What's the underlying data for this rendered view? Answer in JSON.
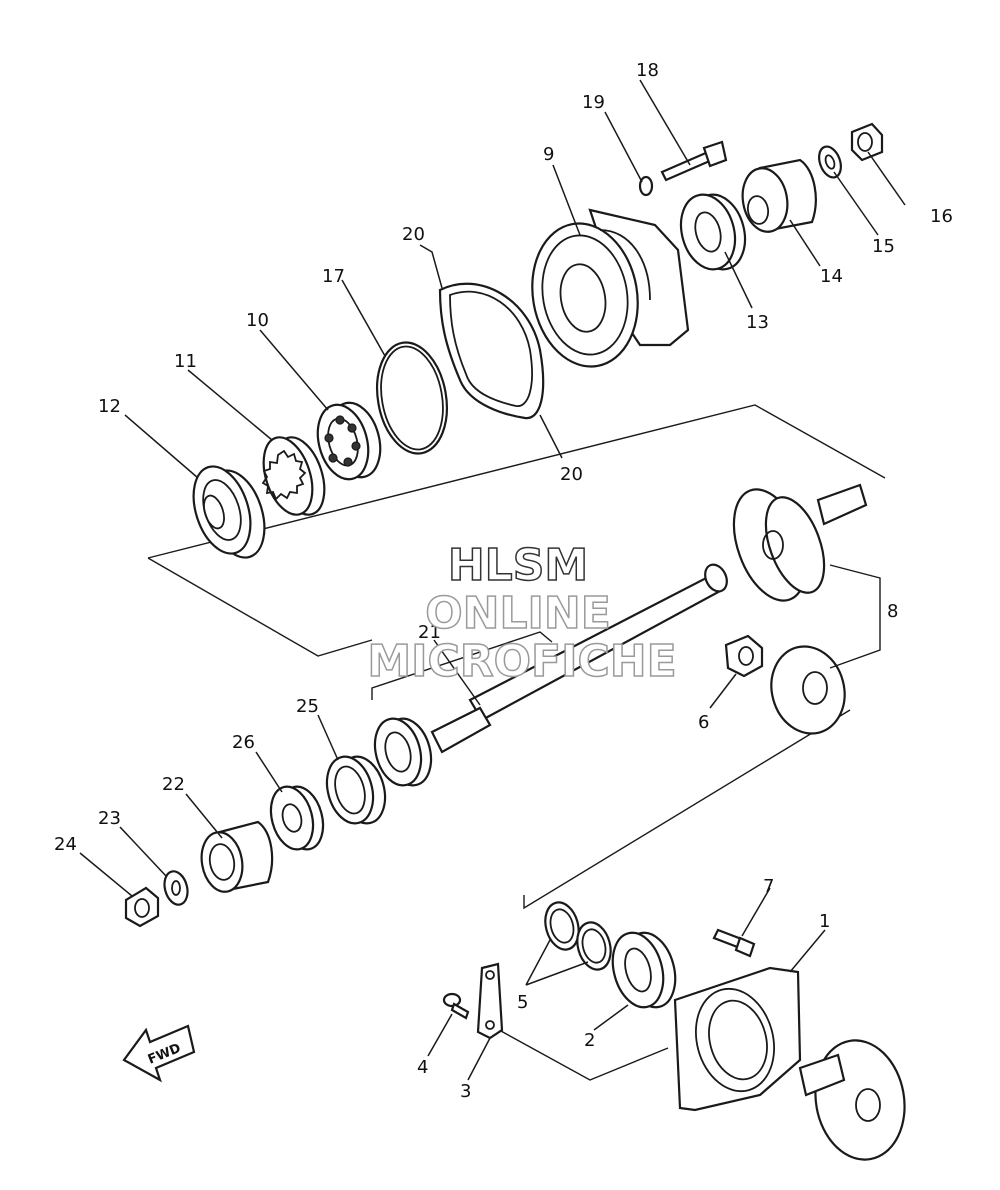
{
  "diagram": {
    "watermark": {
      "line1": "HLSM",
      "line2": "ONLINE",
      "line3": "MICROFICHE"
    },
    "direction_arrow": {
      "label": "FWD"
    },
    "callouts": [
      {
        "id": "c1",
        "label": "1"
      },
      {
        "id": "c2",
        "label": "2"
      },
      {
        "id": "c3",
        "label": "3"
      },
      {
        "id": "c4",
        "label": "4"
      },
      {
        "id": "c5",
        "label": "5"
      },
      {
        "id": "c6",
        "label": "6"
      },
      {
        "id": "c7",
        "label": "7"
      },
      {
        "id": "c8",
        "label": "8"
      },
      {
        "id": "c9",
        "label": "9"
      },
      {
        "id": "c10",
        "label": "10"
      },
      {
        "id": "c11",
        "label": "11"
      },
      {
        "id": "c12",
        "label": "12"
      },
      {
        "id": "c13",
        "label": "13"
      },
      {
        "id": "c14",
        "label": "14"
      },
      {
        "id": "c15",
        "label": "15"
      },
      {
        "id": "c16",
        "label": "16"
      },
      {
        "id": "c17",
        "label": "17"
      },
      {
        "id": "c18",
        "label": "18"
      },
      {
        "id": "c19",
        "label": "19"
      },
      {
        "id": "c20a",
        "label": "20"
      },
      {
        "id": "c20b",
        "label": "20"
      },
      {
        "id": "c21",
        "label": "21"
      },
      {
        "id": "c22",
        "label": "22"
      },
      {
        "id": "c23",
        "label": "23"
      },
      {
        "id": "c24",
        "label": "24"
      },
      {
        "id": "c25",
        "label": "25"
      },
      {
        "id": "c26",
        "label": "26"
      }
    ]
  }
}
